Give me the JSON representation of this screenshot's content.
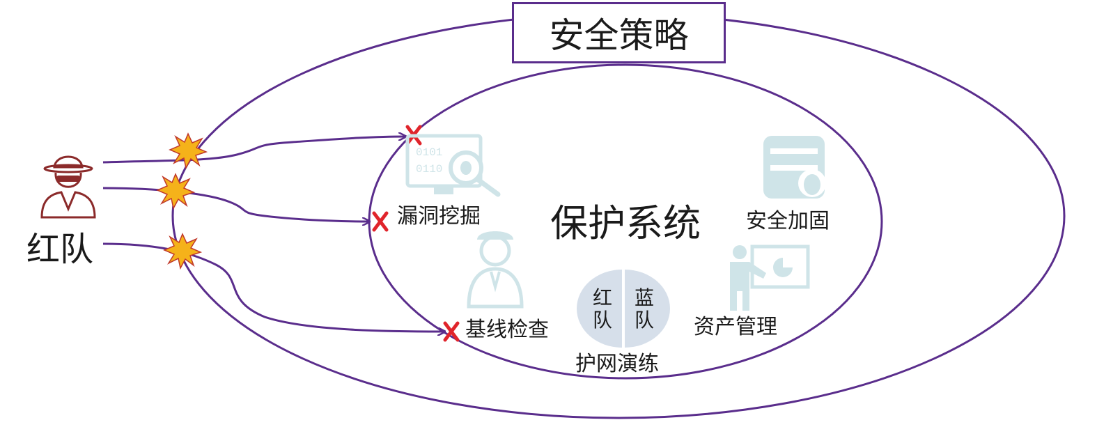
{
  "colors": {
    "ellipse_stroke": "#5a2d8c",
    "arrow": "#5a2d8c",
    "icon": "#cfe4e8",
    "burst_fill": "#f5b21a",
    "burst_stroke": "#c0392b",
    "blocked_mark": "#e0242b",
    "attacker_icon": "#8b2a2a",
    "exercise_circle": "#d6dfea"
  },
  "outer": {
    "label": "安全策略"
  },
  "core": {
    "label": "保护系统"
  },
  "attacker": {
    "label": "红队",
    "icon": "hacker-icon"
  },
  "components": [
    {
      "key": "vuln",
      "label": "漏洞挖掘",
      "icon": "code-bug-search-icon"
    },
    {
      "key": "harden",
      "label": "安全加固",
      "icon": "server-bug-icon"
    },
    {
      "key": "baseline",
      "label": "基线检查",
      "icon": "inspector-icon"
    },
    {
      "key": "asset",
      "label": "资产管理",
      "icon": "presentation-icon"
    }
  ],
  "exercise": {
    "label": "护网演练",
    "left_half": "红\n队",
    "right_half": "蓝\n队"
  }
}
